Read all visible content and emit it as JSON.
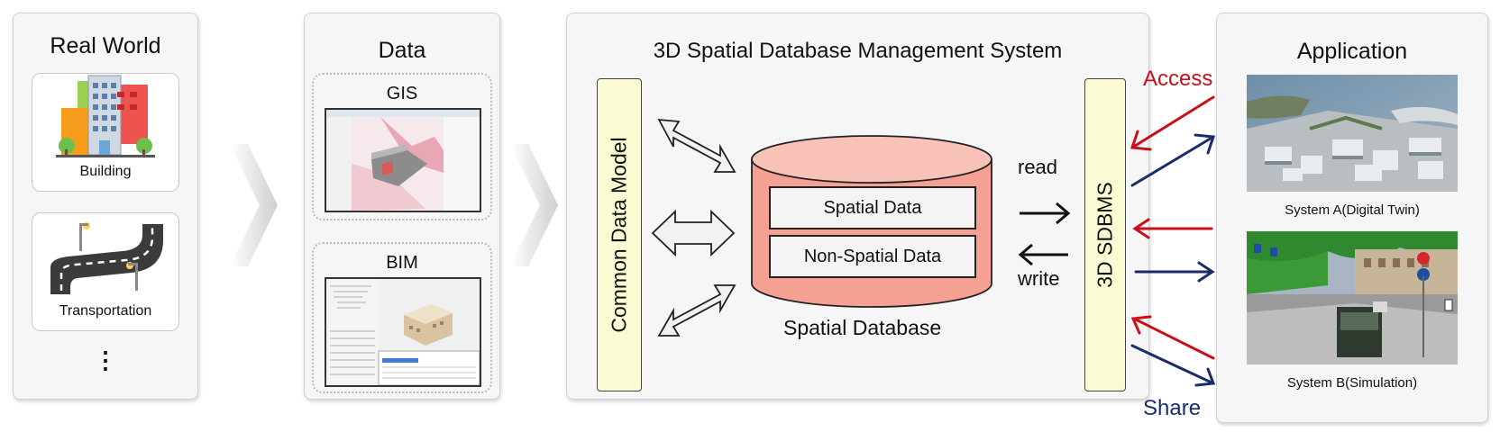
{
  "real_world": {
    "title": "Real World",
    "items": [
      {
        "label": "Building",
        "icon": "building-icon"
      },
      {
        "label": "Transportation",
        "icon": "road-icon"
      }
    ],
    "more": "⋮"
  },
  "data": {
    "title": "Data",
    "gis_label": "GIS",
    "bim_label": "BIM"
  },
  "sdbms": {
    "title": "3D Spatial Database Management System",
    "common_model": "Common Data Model",
    "spatial_data": "Spatial Data",
    "non_spatial_data": "Non-Spatial Data",
    "database_label": "Spatial Database",
    "read_label": "read",
    "write_label": "write",
    "sdbms_bar": "3D SDBMS"
  },
  "application": {
    "title": "Application",
    "system_a": "System A(Digital Twin)",
    "system_b": "System B(Simulation)"
  },
  "flows": {
    "access": "Access",
    "share": "Share"
  },
  "colors": {
    "access_red": "#c81018",
    "share_blue": "#1a2d6a",
    "database_fill": "#f4a093",
    "bar_fill": "#fbfbd3"
  }
}
